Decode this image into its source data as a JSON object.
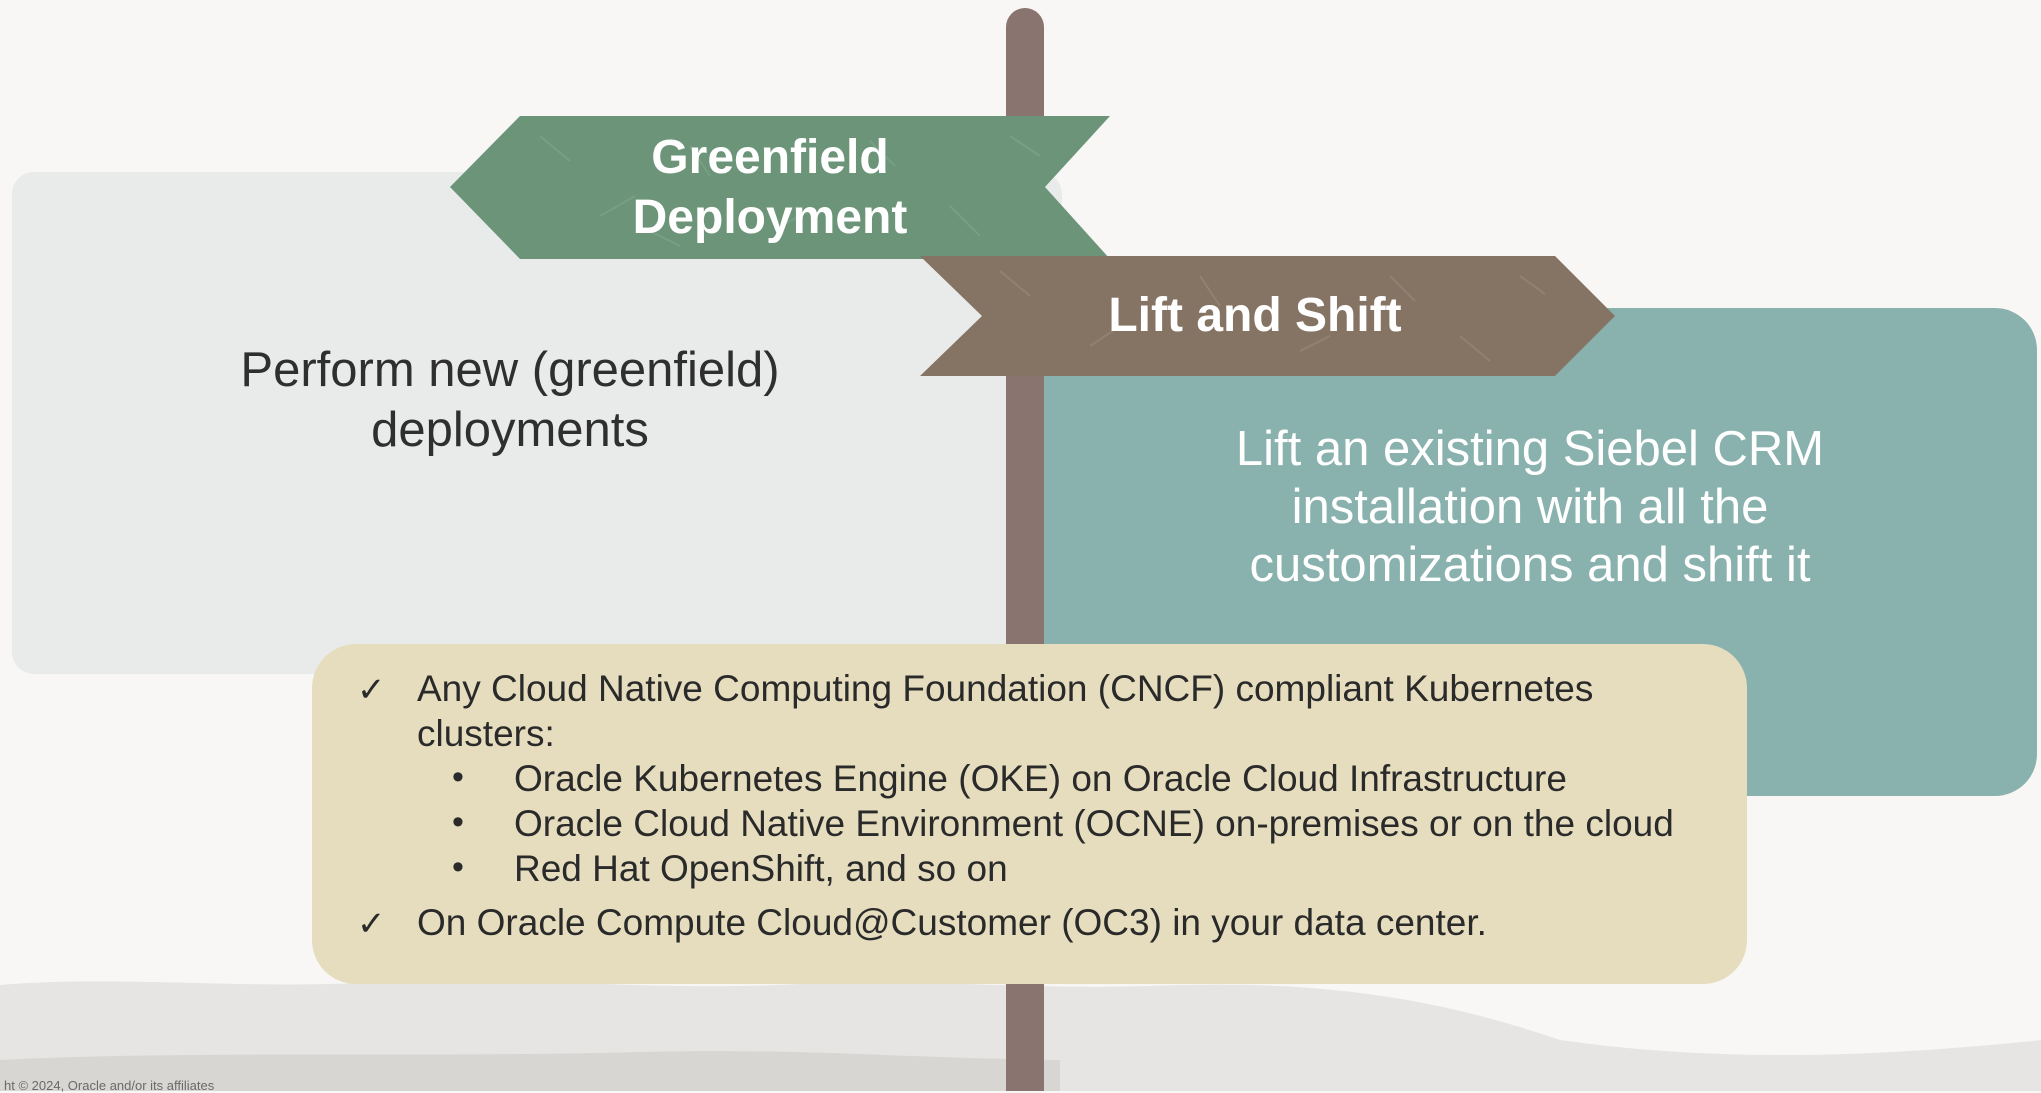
{
  "signs": {
    "greenfield_line1": "Greenfield",
    "greenfield_line2": "Deployment",
    "lift_shift": "Lift and Shift"
  },
  "left_panel": {
    "line1": "Perform new (greenfield)",
    "line2": "deployments"
  },
  "right_panel": {
    "line1": "Lift an existing Siebel CRM",
    "line2": "installation with all the",
    "line3": "customizations and shift it"
  },
  "info_box": {
    "check_mark": "✓",
    "bullet_mark": "•",
    "item1_line1": "Any Cloud Native Computing Foundation (CNCF) compliant Kubernetes",
    "item1_line2": "clusters:",
    "sub_items": [
      "Oracle Kubernetes Engine (OKE) on Oracle Cloud Infrastructure",
      "Oracle Cloud Native Environment (OCNE) on-premises or on the cloud",
      "Red Hat OpenShift, and so on"
    ],
    "item2": "On Oracle Compute Cloud@Customer (OC3) in your data center."
  },
  "footer": {
    "copyright": "ht © 2024, Oracle and/or its affiliates"
  },
  "colors": {
    "background": "#f8f7f5",
    "post": "#8a7470",
    "sign_green": "#6b9478",
    "sign_brown": "#857464",
    "left_panel": "#e9ebea",
    "right_panel": "#89b2ae",
    "info_box": "#e5ddbe"
  }
}
